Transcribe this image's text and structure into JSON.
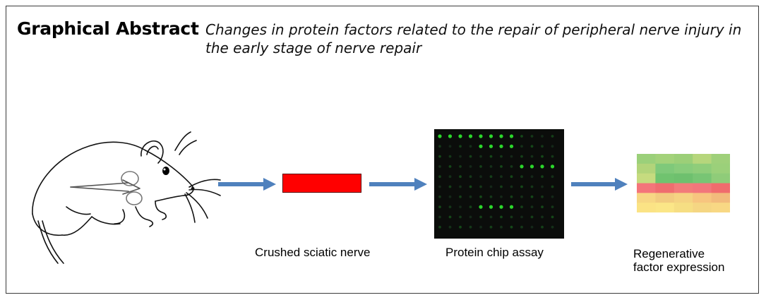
{
  "title": "Graphical Abstract",
  "subtitle": "Changes in protein factors related to the repair of peripheral nerve injury in the early stage of nerve repair",
  "captions": {
    "nerve": "Crushed sciatic nerve",
    "chip": "Protein chip assay",
    "factor_line1": "Regenerative",
    "factor_line2": "factor expression"
  },
  "colors": {
    "arrow": "#4f81bd",
    "nerve": "#ff0000",
    "chip_background": "#0b0d0b",
    "spot_bright": "#2bd62b"
  },
  "heatmap": {
    "rows": [
      [
        "#9bd07a",
        "#a3d27a",
        "#9ccf78",
        "#b6d67c",
        "#9fd07a"
      ],
      [
        "#b2d47a",
        "#7fc97a",
        "#88cc7b",
        "#8fcd7a",
        "#9bd07a"
      ],
      [
        "#c6db7f",
        "#70c36f",
        "#6ec06e",
        "#78c574",
        "#8fcc79"
      ],
      [
        "#f4757a",
        "#ef6d6f",
        "#f27b7a",
        "#f2767b",
        "#f06c6d"
      ],
      [
        "#f7d784",
        "#f2cc80",
        "#f5d382",
        "#f7c57f",
        "#f2bb7c"
      ],
      [
        "#fbe385",
        "#fbe687",
        "#f6de83",
        "#f5d683",
        "#f8d884"
      ]
    ]
  }
}
